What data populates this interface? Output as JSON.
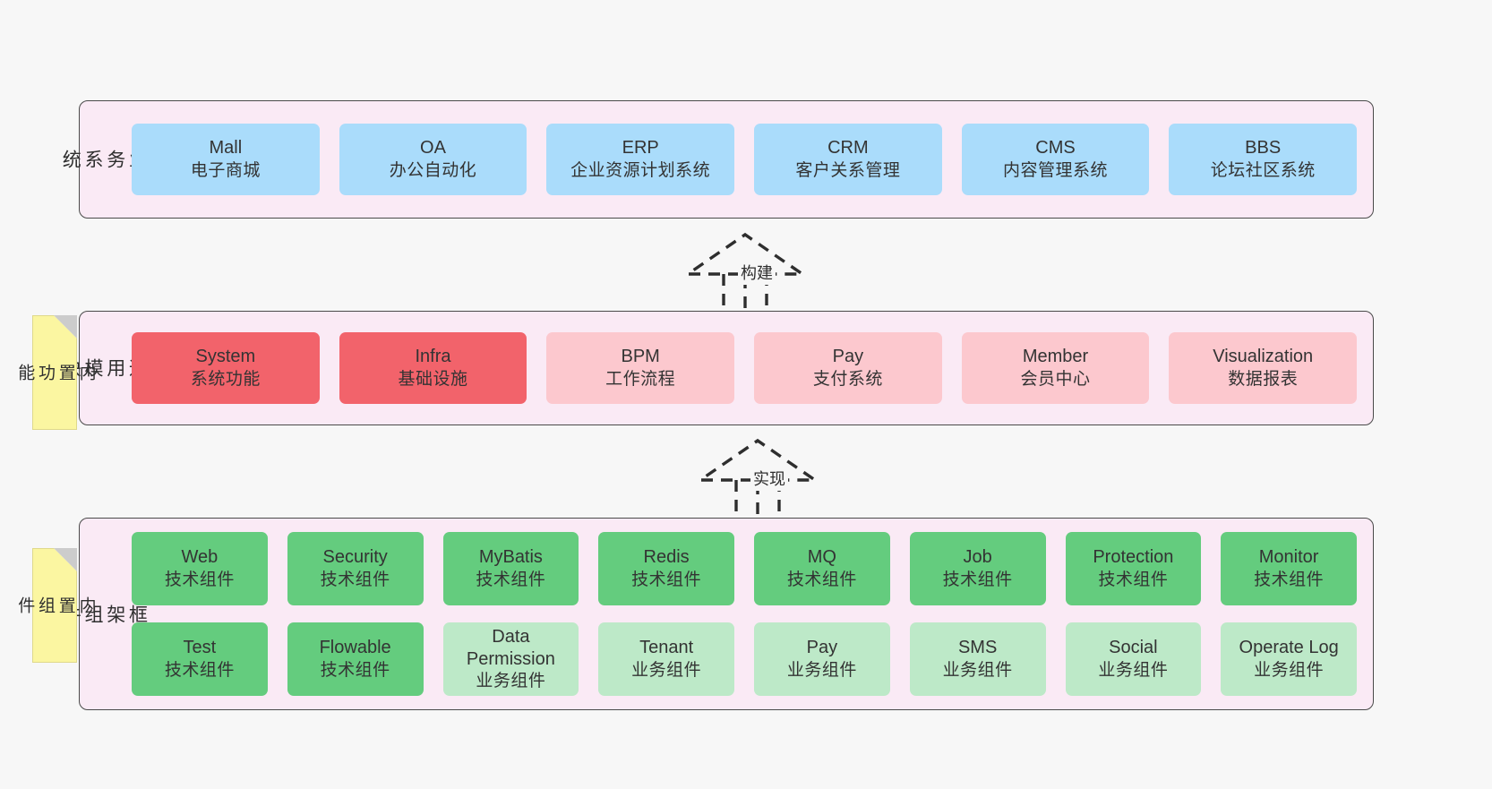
{
  "diagram": {
    "title_present": false,
    "background": "#f7f7f7",
    "band_fill": "#faeaf5",
    "band_stroke": "#4a4a4a"
  },
  "layers": [
    {
      "id": "business-systems",
      "title": "业\n务\n系\n统",
      "sticky": null,
      "rows": [
        {
          "style": "business",
          "nodes": [
            {
              "en": "Mall",
              "cn": "电子商城",
              "color": "#aadcfb"
            },
            {
              "en": "OA",
              "cn": "办公自动化",
              "color": "#aadcfb"
            },
            {
              "en": "ERP",
              "cn": "企业资源计划系统",
              "color": "#aadcfb"
            },
            {
              "en": "CRM",
              "cn": "客户关系管理",
              "color": "#aadcfb"
            },
            {
              "en": "CMS",
              "cn": "内容管理系统",
              "color": "#aadcfb"
            },
            {
              "en": "BBS",
              "cn": "论坛社区系统",
              "color": "#aadcfb"
            }
          ]
        }
      ]
    },
    {
      "id": "common-modules",
      "title": "通\n用\n模\n块",
      "sticky": "内\n置\n功\n能",
      "rows": [
        {
          "style": "module",
          "nodes": [
            {
              "en": "System",
              "cn": "系统功能",
              "color": "#f2636b",
              "variant": "strong"
            },
            {
              "en": "Infra",
              "cn": "基础设施",
              "color": "#f2636b",
              "variant": "strong"
            },
            {
              "en": "BPM",
              "cn": "工作流程",
              "color": "#fcc8ce",
              "variant": "light"
            },
            {
              "en": "Pay",
              "cn": "支付系统",
              "color": "#fcc8ce",
              "variant": "light"
            },
            {
              "en": "Member",
              "cn": "会员中心",
              "color": "#fcc8ce",
              "variant": "light"
            },
            {
              "en": "Visualization",
              "cn": "数据报表",
              "color": "#fcc8ce",
              "variant": "light"
            }
          ]
        }
      ]
    },
    {
      "id": "framework-components",
      "title": "框\n架\n组\n件",
      "sticky": "内\n置\n组\n件",
      "rows": [
        {
          "style": "component-tech",
          "nodes": [
            {
              "en": "Web",
              "cn": "技术组件",
              "color": "#64cc7e",
              "variant": "tech"
            },
            {
              "en": "Security",
              "cn": "技术组件",
              "color": "#64cc7e",
              "variant": "tech"
            },
            {
              "en": "MyBatis",
              "cn": "技术组件",
              "color": "#64cc7e",
              "variant": "tech"
            },
            {
              "en": "Redis",
              "cn": "技术组件",
              "color": "#64cc7e",
              "variant": "tech"
            },
            {
              "en": "MQ",
              "cn": "技术组件",
              "color": "#64cc7e",
              "variant": "tech"
            },
            {
              "en": "Job",
              "cn": "技术组件",
              "color": "#64cc7e",
              "variant": "tech"
            },
            {
              "en": "Protection",
              "cn": "技术组件",
              "color": "#64cc7e",
              "variant": "tech"
            },
            {
              "en": "Monitor",
              "cn": "技术组件",
              "color": "#64cc7e",
              "variant": "tech"
            }
          ]
        },
        {
          "style": "component-mixed",
          "nodes": [
            {
              "en": "Test",
              "cn": "技术组件",
              "color": "#64cc7e",
              "variant": "tech"
            },
            {
              "en": "Flowable",
              "cn": "技术组件",
              "color": "#64cc7e",
              "variant": "tech"
            },
            {
              "en": "Data Permission",
              "cn": "业务组件",
              "color": "#bde9c8",
              "variant": "biz"
            },
            {
              "en": "Tenant",
              "cn": "业务组件",
              "color": "#bde9c8",
              "variant": "biz"
            },
            {
              "en": "Pay",
              "cn": "业务组件",
              "color": "#bde9c8",
              "variant": "biz"
            },
            {
              "en": "SMS",
              "cn": "业务组件",
              "color": "#bde9c8",
              "variant": "biz"
            },
            {
              "en": "Social",
              "cn": "业务组件",
              "color": "#bde9c8",
              "variant": "biz"
            },
            {
              "en": "Operate Log",
              "cn": "业务组件",
              "color": "#bde9c8",
              "variant": "biz"
            }
          ]
        }
      ]
    }
  ],
  "connectors": [
    {
      "id": "build",
      "label": "构建",
      "from": "common-modules",
      "to": "business-systems",
      "style": "dashed-hollow-arrow"
    },
    {
      "id": "implement",
      "label": "实现",
      "from": "framework-components",
      "to": "common-modules",
      "style": "dashed-hollow-arrow"
    }
  ]
}
